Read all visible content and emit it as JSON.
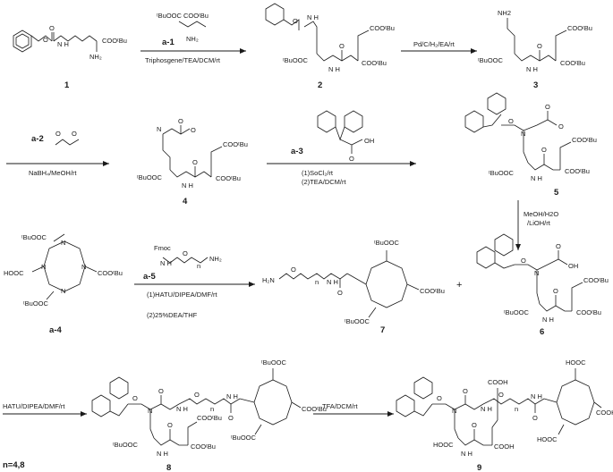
{
  "reagents": {
    "a1": "a-1",
    "a1_formula": "ᵗBuOOC   COOᵗBu",
    "a1_nh2": "NH₂",
    "a2": "a-2",
    "a3": "a-3",
    "a3_oh": "OH",
    "a5": "a-5",
    "a5_fmoc": "Fmoc",
    "a5_n": "n",
    "a5_nh2": "NH₂"
  },
  "conditions": {
    "step1": "Triphosgene/TEA/DCM/rt",
    "step2": "Pd/C/H₂/EA/rt",
    "step3": "NaBH₄/MeOH/rt",
    "step4a": "(1)SoCl₂/rt",
    "step4b": "(2)TEA/DCM/rt",
    "step5a": "MeOH/H2O",
    "step5b": "/LiOH/rt",
    "step6a": "(1)HATU/DIPEA/DMF/rt",
    "step6b": "(2)25%DEA/THF",
    "step7": "HATU/DIPEA/DMF/rt",
    "step8": "TFA/DCM/rt"
  },
  "compounds": {
    "c1": "1",
    "c2": "2",
    "c3": "3",
    "c4": "4",
    "c5": "5",
    "c6": "6",
    "c7": "7",
    "c8": "8",
    "c9": "9",
    "a4": "a-4"
  },
  "fragments": {
    "cooTbu": "COOᵗBu",
    "tbuOoc": "ᵗBuOOC",
    "nh2": "NH₂",
    "nh2_plain": "NH2",
    "h2n": "H₂N",
    "nh": "N H",
    "n": "N",
    "o": "O",
    "oh": "OH",
    "cooh": "COOH",
    "hooc": "HOOC",
    "sub_n": "n",
    "plus": "+"
  },
  "footnote": "n=4,8"
}
